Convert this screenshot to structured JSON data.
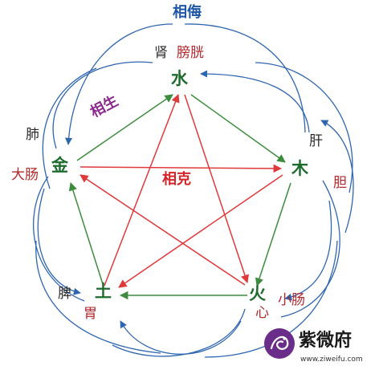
{
  "titles": {
    "wu": "相侮",
    "sheng": "相生",
    "ke": "相克"
  },
  "elements": {
    "water": "水",
    "wood": "木",
    "fire": "火",
    "earth": "土",
    "metal": "金"
  },
  "organs": {
    "kidney": "肾",
    "bladder": "膀胱",
    "liver": "肝",
    "gallbladder": "胆",
    "heart": "心",
    "small_intestine": "小肠",
    "spleen": "脾",
    "stomach": "胃",
    "lung": "肺",
    "large_intestine": "大肠"
  },
  "logo": {
    "name": "紫微府",
    "url": "www.ziweifu.com"
  },
  "colors": {
    "sheng": "#3d8c3d",
    "ke": "#e0393b",
    "wu": "#2f66b0",
    "element": "#1e6b2e",
    "yang_organ": "#b3282d",
    "logo": "#5a2b7a"
  },
  "icons": {
    "logo": "dragon-logo-icon"
  }
}
